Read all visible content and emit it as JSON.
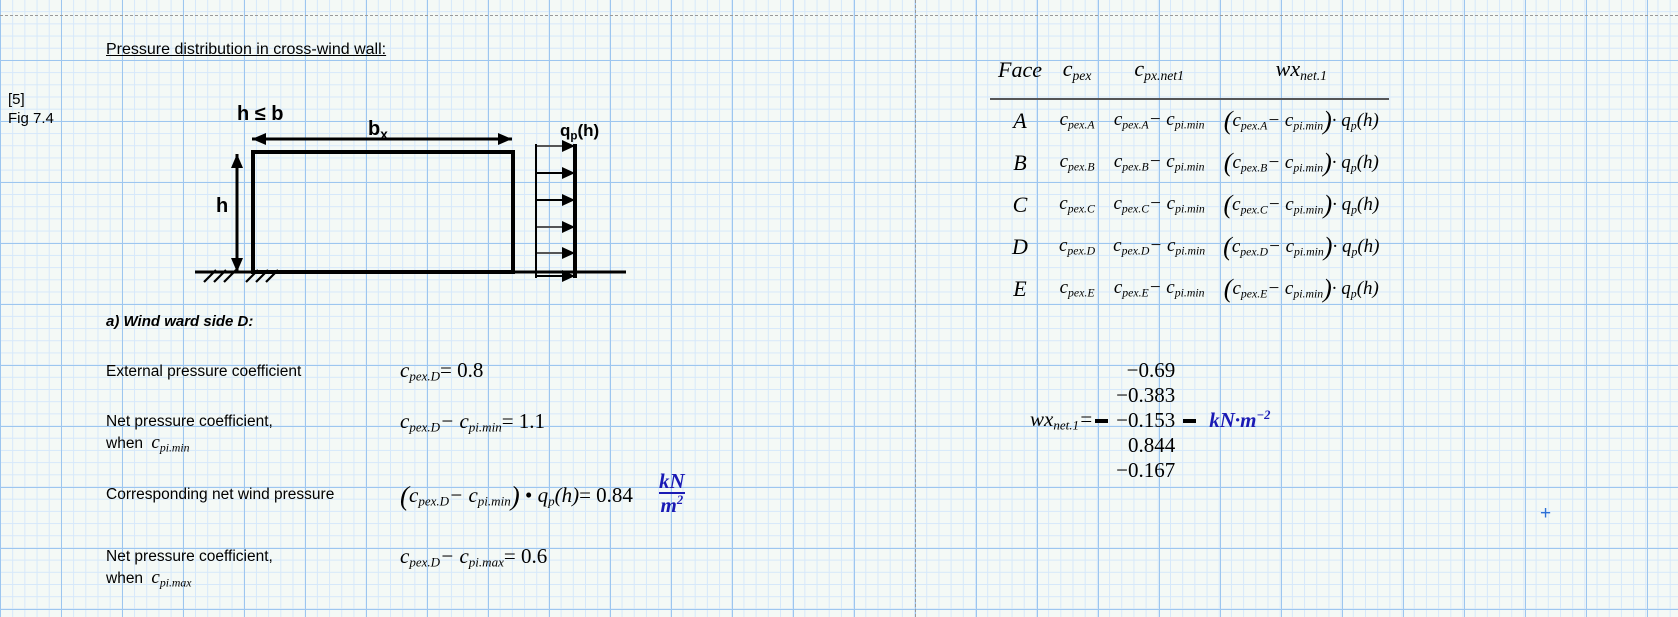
{
  "page": {
    "heading": "Pressure distribution in cross-wind wall:",
    "reference_line1": "[5]",
    "reference_line2": "Fig 7.4",
    "cursor_marker": "+"
  },
  "diagram": {
    "condition_label": "h ≤ b",
    "width_label": "b",
    "width_label_sub": "x",
    "height_label": "h",
    "pressure_label": "q",
    "pressure_label_sub": "p",
    "pressure_label_tail": "(h)",
    "arrow_count": 6
  },
  "section_a": {
    "title": "a) Wind ward side D:",
    "rows": [
      {
        "label_line1": "External pressure coefficient",
        "label_line2": "",
        "label_sub": "",
        "equation": "c",
        "eq_sub": "pex.D",
        "eq_tail": "= 0.8",
        "unit_num": "",
        "unit_den": ""
      },
      {
        "label_line1": "Net pressure coefficient,",
        "label_line2": "when",
        "label_sub": "pi.min",
        "equation": "c",
        "eq_sub": "pex.D",
        "eq_tail": "− c",
        "eq_sub2": "pi.min",
        "eq_tail2": "= 1.1",
        "unit_num": "",
        "unit_den": ""
      },
      {
        "label_line1": "Corresponding net wind pressure",
        "label_line2": "",
        "label_sub": "",
        "eq_tail": "= 0.84",
        "value": "0.84",
        "unit_num": "kN",
        "unit_den": "m",
        "unit_den_exp": "2"
      },
      {
        "label_line1": "Net pressure coefficient,",
        "label_line2": "when",
        "label_sub": "pi.max",
        "equation": "c",
        "eq_sub": "pex.D",
        "eq_tail": "− c",
        "eq_sub2": "pi.max",
        "eq_tail2": "= 0.6",
        "unit_num": "",
        "unit_den": ""
      }
    ],
    "qp_symbol": "q",
    "qp_sub": "p",
    "qp_tail": "(h)"
  },
  "table": {
    "headers": [
      {
        "base": "Face",
        "sub": ""
      },
      {
        "base": "c",
        "sub": "pex"
      },
      {
        "base": "c",
        "sub": "px.net1"
      },
      {
        "base": "wx",
        "sub": "net.1"
      }
    ],
    "rows": [
      {
        "face": "A",
        "cpex": "c",
        "cpex_sub": "pex.A",
        "net": "c",
        "net_sub": "pex.A",
        "net_tail": "− c",
        "net_sub2": "pi.min",
        "wx_tail": "· q",
        "wx_sub": "p",
        "wx_tail2": "(h)"
      },
      {
        "face": "B",
        "cpex": "c",
        "cpex_sub": "pex.B",
        "net": "c",
        "net_sub": "pex.B",
        "net_tail": "− c",
        "net_sub2": "pi.min",
        "wx_tail": "· q",
        "wx_sub": "p",
        "wx_tail2": "(h)"
      },
      {
        "face": "C",
        "cpex": "c",
        "cpex_sub": "pex.C",
        "net": "c",
        "net_sub": "pex.C",
        "net_tail": "− c",
        "net_sub2": "pi.min",
        "wx_tail": "· q",
        "wx_sub": "p",
        "wx_tail2": "(h)"
      },
      {
        "face": "D",
        "cpex": "c",
        "cpex_sub": "pex.D",
        "net": "c",
        "net_sub": "pex.D",
        "net_tail": "− c",
        "net_sub2": "pi.min",
        "wx_tail": "· q",
        "wx_sub": "p",
        "wx_tail2": "(h)"
      },
      {
        "face": "E",
        "cpex": "c",
        "cpex_sub": "pex.E",
        "net": "c",
        "net_sub": "pex.E",
        "net_tail": "− c",
        "net_sub2": "pi.min",
        "wx_tail": "· q",
        "wx_sub": "p",
        "wx_tail2": "(h)"
      }
    ]
  },
  "matrix": {
    "name": "wx",
    "name_sub": "net.1",
    "equals": "=",
    "values": [
      "−0.69",
      "−0.383",
      "−0.153",
      "0.844",
      "−0.167"
    ],
    "unit": "kN·m",
    "unit_exp": "−2"
  },
  "colors": {
    "grid_minor": "#d6e8fa",
    "grid_major": "#9dc6ef",
    "paper": "#f4f9f6",
    "unit_blue": "#1a1ab4",
    "ink": "#000000"
  }
}
